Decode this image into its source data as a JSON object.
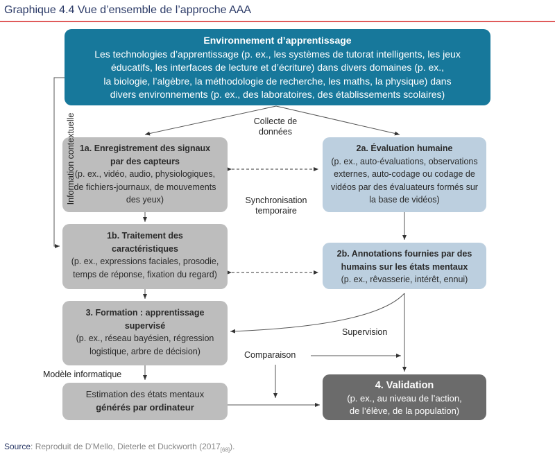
{
  "title": "Graphique 4.4  Vue d’ensemble de l’approche AAA",
  "colors": {
    "title": "#2b3a67",
    "title_rule": "#e05a5a",
    "environment": "#17789b",
    "gray_box": "#bdbdbd",
    "blue_box": "#bccfdf",
    "validation_box": "#6b6b6b"
  },
  "environment": {
    "heading": "Environnement d’apprentissage",
    "lines": [
      "Les technologies d’apprentissage (p. ex., les systèmes de tutorat intelligents, les jeux",
      "éducatifs, les interfaces de lecture et d’écriture) dans divers domaines (p. ex.,",
      "la biologie, l’algèbre, la méthodologie de recherche, les maths, la physique) dans",
      "divers environnements (p. ex., des laboratoires, des établissements scolaires)"
    ]
  },
  "boxes": {
    "b1a": {
      "heading": [
        "1a. Enregistrement des signaux",
        "par des capteurs"
      ],
      "lines": [
        "(p. ex., vidéo, audio, physiologiques,",
        "de fichiers-journaux, de mouvements",
        "des yeux)"
      ]
    },
    "b1b": {
      "heading": [
        "1b. Traitement des",
        "caractéristiques"
      ],
      "lines": [
        "(p. ex., expressions faciales, prosodie,",
        "temps de réponse, fixation du regard)"
      ]
    },
    "b3": {
      "heading": [
        "3. Formation : apprentissage",
        "supervisé"
      ],
      "lines": [
        "(p. ex., réseau bayésien, régression",
        "logistique, arbre de décision)"
      ]
    },
    "estimation": {
      "line": "Estimation des états mentaux",
      "bold": "générés par ordinateur"
    },
    "b2a": {
      "heading": [
        "2a. Évaluation humaine"
      ],
      "lines": [
        "(p. ex., auto-évaluations, observations",
        "externes, auto-codage ou codage de",
        "vidéos par des évaluateurs formés sur",
        "la base de vidéos)"
      ]
    },
    "b2b": {
      "heading": [
        "2b. Annotations fournies par des",
        "humains sur les états mentaux"
      ],
      "lines": [
        "(p. ex., rêvasserie, intérêt, ennui)"
      ]
    },
    "b4": {
      "heading": [
        "4. Validation"
      ],
      "lines": [
        "(p. ex., au niveau de l’action,",
        "de l’élève, de la population)"
      ]
    }
  },
  "labels": {
    "collecte": [
      "Collecte de",
      "données"
    ],
    "synchro": [
      "Synchronisation",
      "temporaire"
    ],
    "contextuelle": "Information contextuelle",
    "supervision": "Supervision",
    "comparaison": "Comparaison",
    "modele": "Modèle informatique"
  },
  "source": {
    "key": "Source",
    "text": ": Reproduit de D'Mello, Dieterle et Duckworth (2017",
    "ref": "[68]",
    "end": ")."
  }
}
